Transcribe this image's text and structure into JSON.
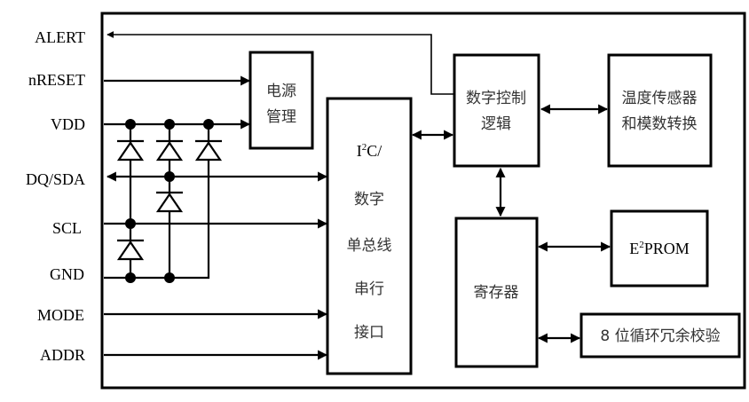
{
  "diagram": {
    "type": "block-diagram",
    "pins": [
      {
        "id": "alert",
        "label": "ALERT"
      },
      {
        "id": "nreset",
        "label": "nRESET"
      },
      {
        "id": "vdd",
        "label": "VDD"
      },
      {
        "id": "dq_sda",
        "label": "DQ/SDA"
      },
      {
        "id": "scl",
        "label": "SCL"
      },
      {
        "id": "gnd",
        "label": "GND"
      },
      {
        "id": "mode",
        "label": "MODE"
      },
      {
        "id": "addr",
        "label": "ADDR"
      }
    ],
    "blocks": {
      "power": {
        "lines": [
          "电源",
          "管理"
        ]
      },
      "interface": {
        "line1_pre": "I",
        "line1_sup": "2",
        "line1_post": "C/",
        "lines": [
          "数字",
          "单总线",
          "串行",
          "接口"
        ]
      },
      "control": {
        "lines": [
          "数字控制",
          "逻辑"
        ]
      },
      "sensor": {
        "lines": [
          "温度传感器",
          "和模数转换"
        ]
      },
      "register": {
        "lines": [
          "寄存器"
        ]
      },
      "eeprom": {
        "pre": "E",
        "sup": "2",
        "post": "PROM"
      },
      "crc": {
        "lines": [
          "8 位循环冗余校验"
        ]
      }
    },
    "connections": [
      {
        "from": "control",
        "to": "alert",
        "direction": "out"
      },
      {
        "from": "nreset",
        "to": "power",
        "direction": "in"
      },
      {
        "from": "vdd",
        "to": "power",
        "direction": "in"
      },
      {
        "from": "dq_sda",
        "to": "interface",
        "direction": "bidirectional"
      },
      {
        "from": "scl",
        "to": "interface",
        "direction": "in"
      },
      {
        "from": "mode",
        "to": "interface",
        "direction": "in"
      },
      {
        "from": "addr",
        "to": "interface",
        "direction": "in"
      },
      {
        "from": "interface",
        "to": "control",
        "direction": "bidirectional"
      },
      {
        "from": "control",
        "to": "sensor",
        "direction": "bidirectional"
      },
      {
        "from": "control",
        "to": "register",
        "direction": "bidirectional"
      },
      {
        "from": "register",
        "to": "eeprom",
        "direction": "bidirectional"
      },
      {
        "from": "register",
        "to": "crc",
        "direction": "bidirectional"
      }
    ],
    "esd_diodes": 5
  }
}
